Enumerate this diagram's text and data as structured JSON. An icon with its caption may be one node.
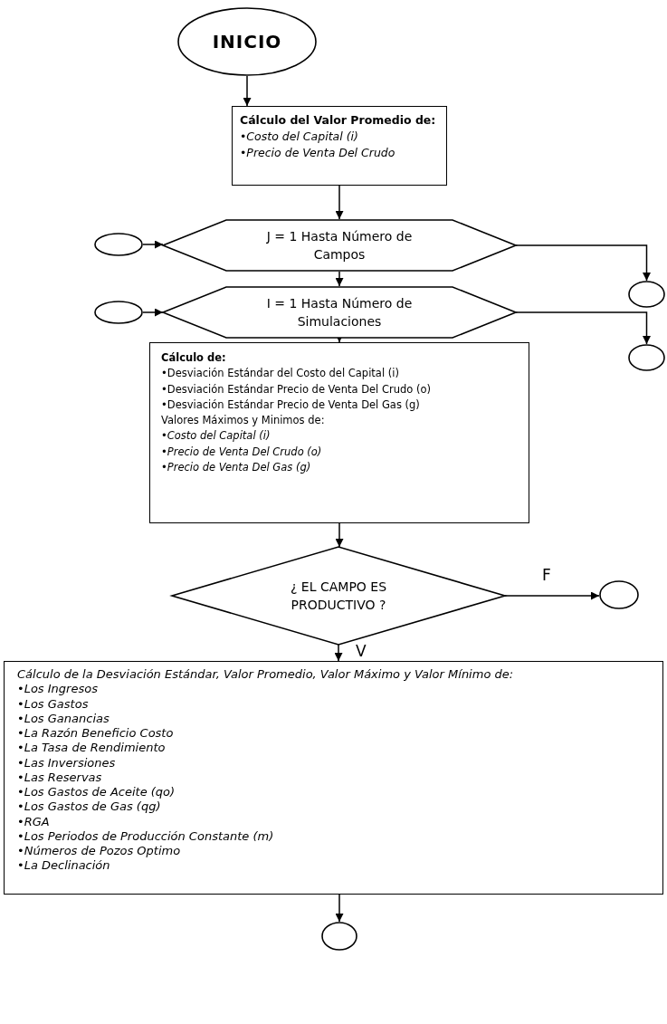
{
  "diagram": {
    "nodes": [
      {
        "text": [
          "INICIO"
        ]
      },
      {
        "text": [
          "Cálculo del Valor Promedio de:",
          "•Costo del Capital (i)",
          "•Precio de Venta Del Crudo"
        ]
      },
      {
        "text": [],
        "shape": "circle"
      },
      {
        "text": [
          "J = 1 Hasta Número de Campos"
        ]
      },
      {
        "text": [],
        "shape": "circle"
      },
      {
        "text": [],
        "shape": "circle"
      },
      {
        "text": [
          "I = 1 Hasta Número de Simulaciones"
        ]
      },
      {
        "text": [],
        "shape": "circle"
      },
      {
        "text": [
          "Cálculo de:",
          "•Desviación Estándar del Costo del Capital (i)",
          "•Desviación Estándar Precio de Venta Del Crudo (o)",
          "•Desviación Estándar Precio de Venta Del Gas (g)",
          "Valores Máximos y Minimos de:",
          "•Costo del Capital (i)",
          "•Precio de Venta Del Crudo (o)",
          "•Precio de Venta Del Gas (g)"
        ]
      },
      {
        "text": [
          "¿ EL CAMPO ES PRODUCTIVO ?"
        ]
      },
      {
        "text": [],
        "shape": "circle"
      },
      {
        "text": [
          "Cálculo de la Desviación Estándar, Valor Promedio, Valor Máximo y Valor Mínimo de:",
          "•Los Ingresos",
          "•Los Gastos",
          "•Los Ganancias",
          "•La Razón Beneficio Costo",
          "•La Tasa de Rendimiento",
          "•Las Inversiones",
          "•Las Reservas",
          "•Los Gastos de Aceite (qo)",
          "•Los Gastos de Gas (qg)",
          "•RGA",
          "•Los Periodos de Producción Constante (m)",
          "•Números de Pozos Optimo",
          "•La Declinación"
        ]
      },
      {
        "text": [],
        "shape": "circle"
      }
    ],
    "edges": [
      {
        "from": 0,
        "to": 1,
        "arrow": "to"
      },
      {
        "from": 1,
        "to": 3,
        "arrow": "to"
      },
      {
        "from": 2,
        "to": 3,
        "arrow": "to"
      },
      {
        "from": 3,
        "to": 4,
        "arrow": "to"
      },
      {
        "from": 3,
        "to": 6,
        "arrow": "to"
      },
      {
        "from": 5,
        "to": 6,
        "arrow": "to"
      },
      {
        "from": 6,
        "to": 7,
        "arrow": "to"
      },
      {
        "from": 6,
        "to": 8,
        "arrow": "to"
      },
      {
        "from": 8,
        "to": 9,
        "arrow": "to"
      },
      {
        "from": 9,
        "to": 10,
        "arrow": "to",
        "label": "F"
      },
      {
        "from": 9,
        "to": 11,
        "arrow": "to",
        "label": "V"
      },
      {
        "from": 11,
        "to": 12,
        "arrow": "to"
      }
    ]
  }
}
